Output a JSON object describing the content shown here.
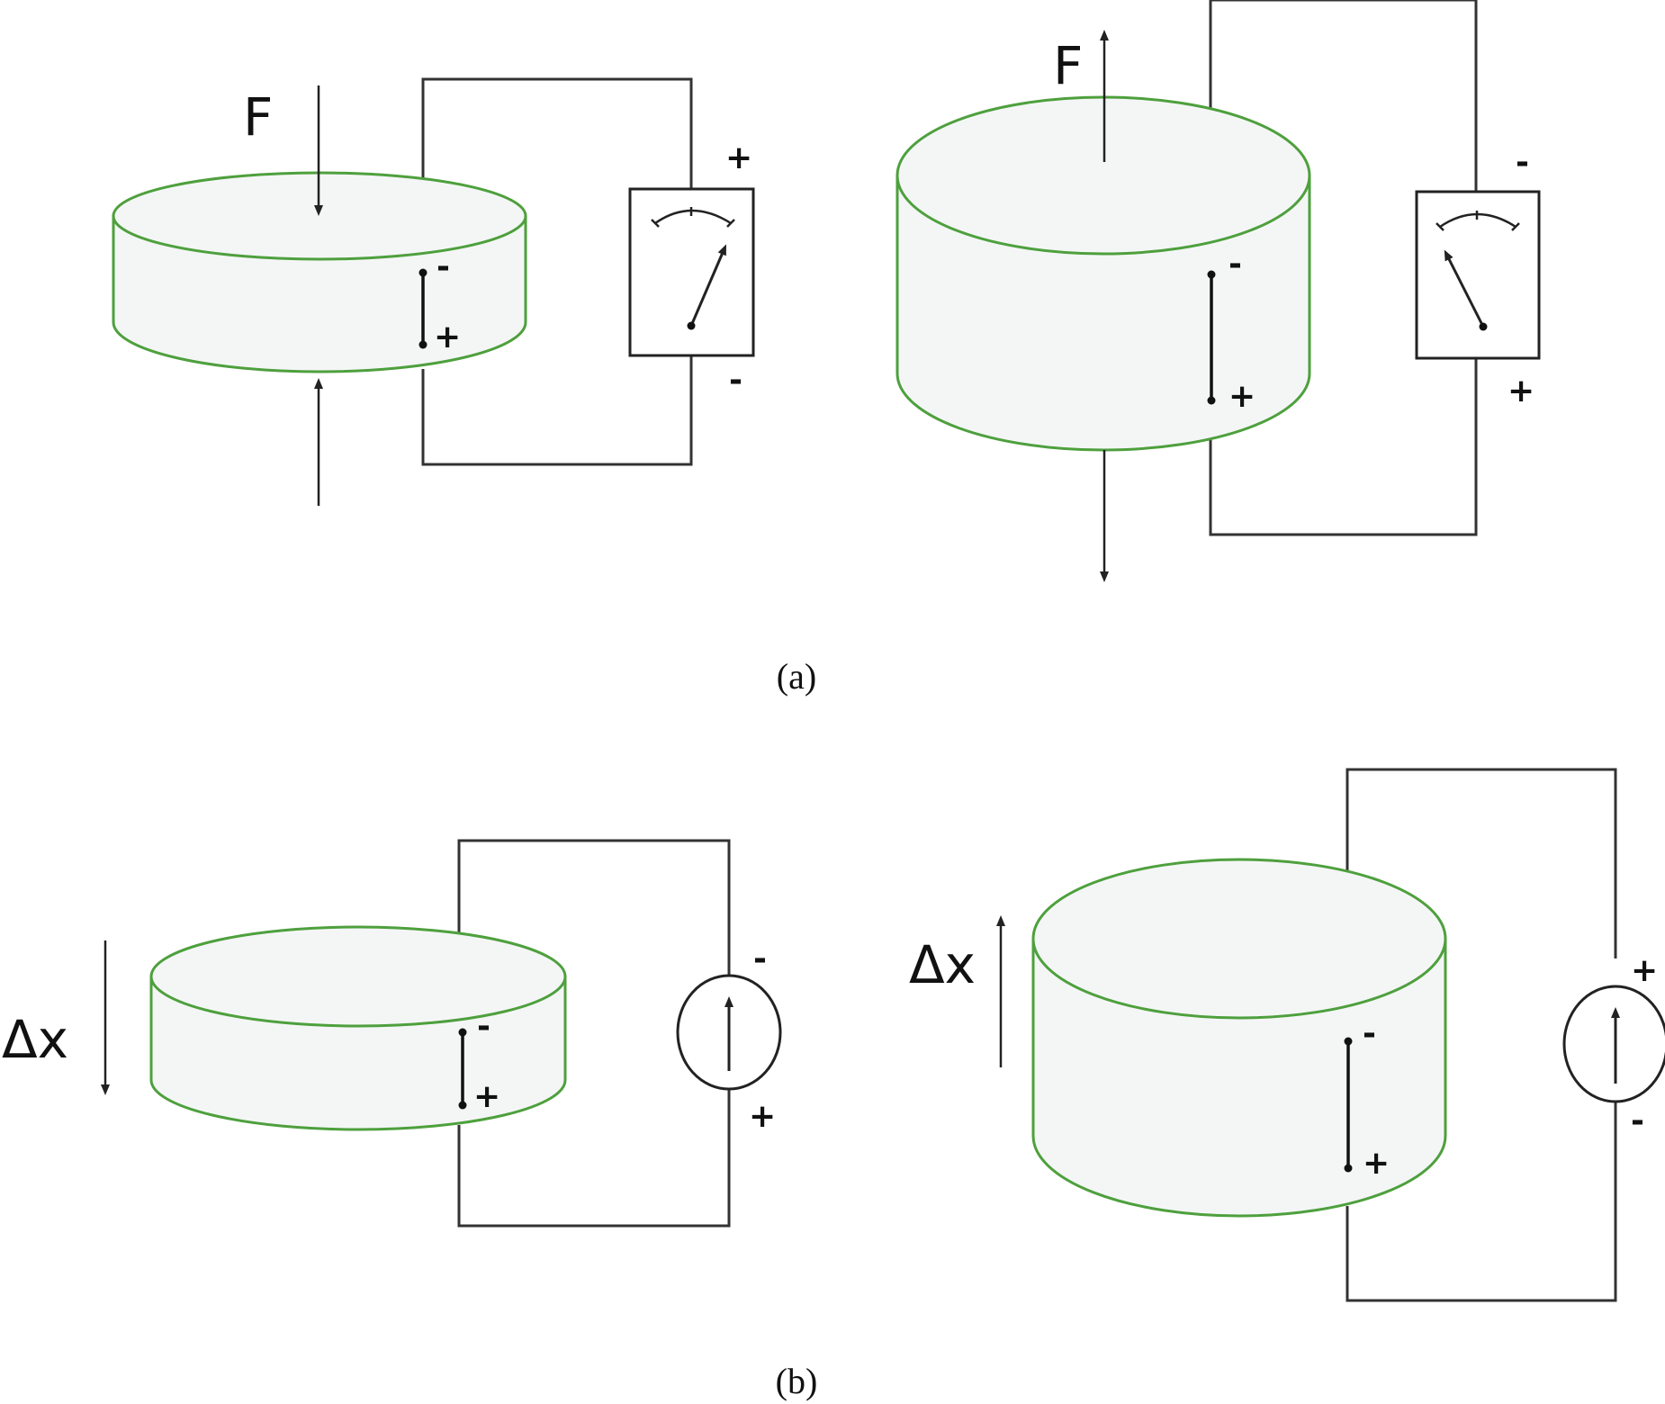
{
  "colors": {
    "disc_outline": "#4ea03d",
    "disc_fill": "#f4f6f6",
    "ink": "#111111"
  },
  "panel_a": {
    "caption": "(a)",
    "left": {
      "force_label": "F",
      "pole_top": "-",
      "pole_bottom": "+",
      "meter_top": "+",
      "meter_bottom": "-"
    },
    "right": {
      "force_label": "F",
      "pole_top": "-",
      "pole_bottom": "+",
      "meter_top": "-",
      "meter_bottom": "+"
    }
  },
  "panel_b": {
    "caption": "(b)",
    "left": {
      "disp_label": "Δx",
      "pole_top": "-",
      "pole_bottom": "+",
      "source_top": "-",
      "source_bottom": "+"
    },
    "right": {
      "disp_label": "Δx",
      "pole_top": "-",
      "pole_bottom": "+",
      "source_top": "+",
      "source_bottom": "-"
    }
  }
}
